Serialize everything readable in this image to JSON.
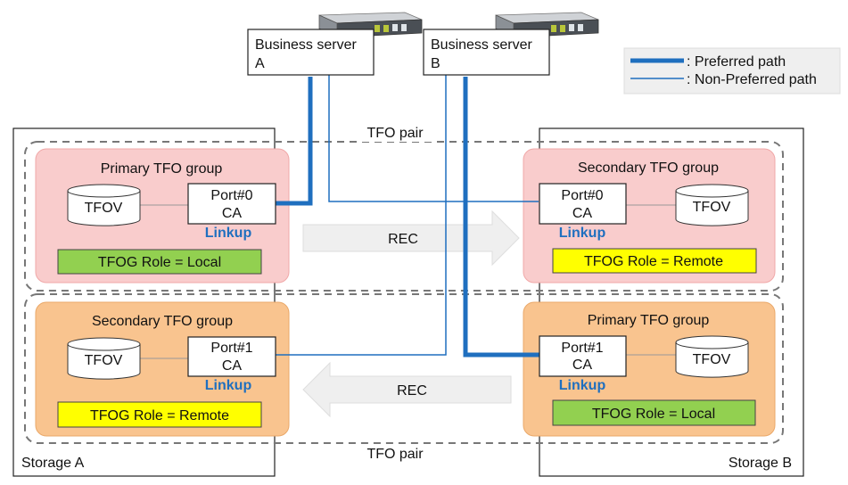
{
  "diagram": {
    "servers": [
      {
        "id": "a",
        "line1": "Business server",
        "line2": "A"
      },
      {
        "id": "b",
        "line1": "Business server",
        "line2": "B"
      }
    ],
    "legend": {
      "preferred": ": Preferred path",
      "non_preferred": ": Non-Preferred path"
    },
    "tfo_pair_label": "TFO pair",
    "storages": [
      {
        "id": "a",
        "label": "Storage A"
      },
      {
        "id": "b",
        "label": "Storage B"
      }
    ],
    "groups": {
      "a_top": {
        "title": "Primary TFO group",
        "volume": "TFOV",
        "port": "Port#0",
        "ca": "CA",
        "link": "Linkup",
        "role": "TFOG Role = Local"
      },
      "b_top": {
        "title": "Secondary TFO group",
        "volume": "TFOV",
        "port": "Port#0",
        "ca": "CA",
        "link": "Linkup",
        "role": "TFOG Role = Remote"
      },
      "a_bottom": {
        "title": "Secondary TFO group",
        "volume": "TFOV",
        "port": "Port#1",
        "ca": "CA",
        "link": "Linkup",
        "role": "TFOG Role = Remote"
      },
      "b_bottom": {
        "title": "Primary TFO group",
        "volume": "TFOV",
        "port": "Port#1",
        "ca": "CA",
        "link": "Linkup",
        "role": "TFOG Role = Local"
      }
    },
    "rec_top": "REC",
    "rec_bottom": "REC",
    "colors": {
      "primary_path": "#1f6fbf",
      "pink_group": "#f9cccc",
      "orange_group": "#f9c48f",
      "role_local": "#92d050",
      "role_remote": "#ffff00",
      "rec_arrow": "#efefef"
    }
  }
}
